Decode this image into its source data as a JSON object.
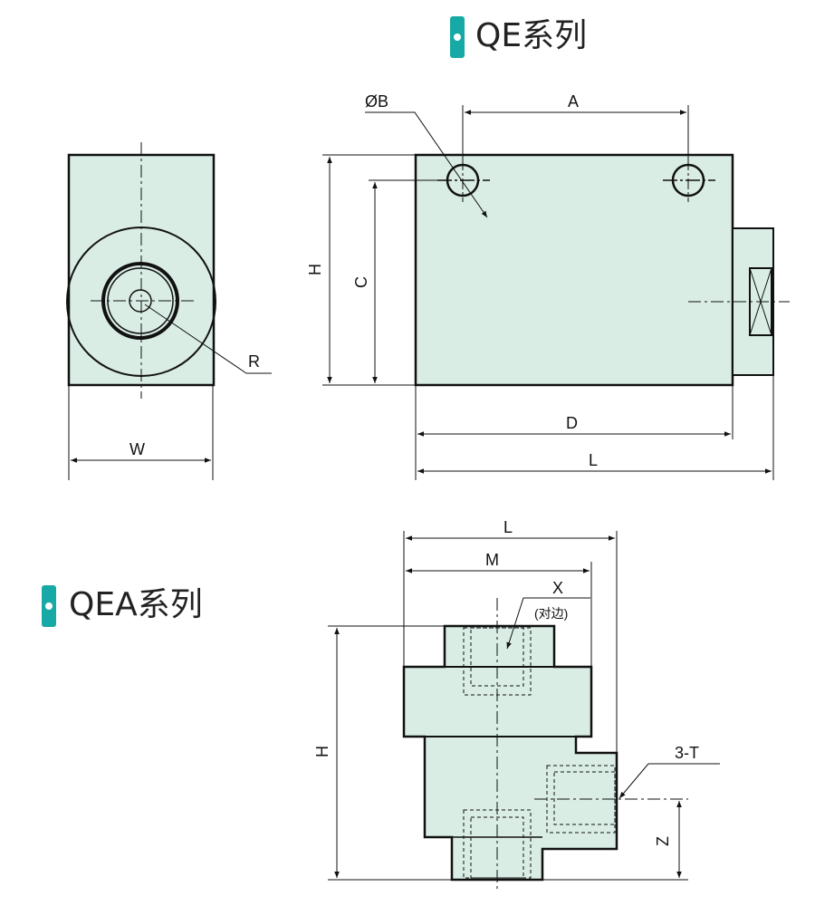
{
  "qe": {
    "title": "QE系列"
  },
  "qea": {
    "title": "QEA系列"
  },
  "colors": {
    "body_fill": "#d9ede5",
    "accent": "#17a9a5",
    "line": "#111111"
  },
  "qe_labels": {
    "phi_b": "ØB",
    "a": "A",
    "h": "H",
    "c": "C",
    "r": "R",
    "w": "W",
    "d": "D",
    "l": "L"
  },
  "qea_labels": {
    "l": "L",
    "m": "M",
    "x": "X",
    "x_note": "(对边)",
    "h": "H",
    "t": "3-T",
    "z": "Z"
  }
}
